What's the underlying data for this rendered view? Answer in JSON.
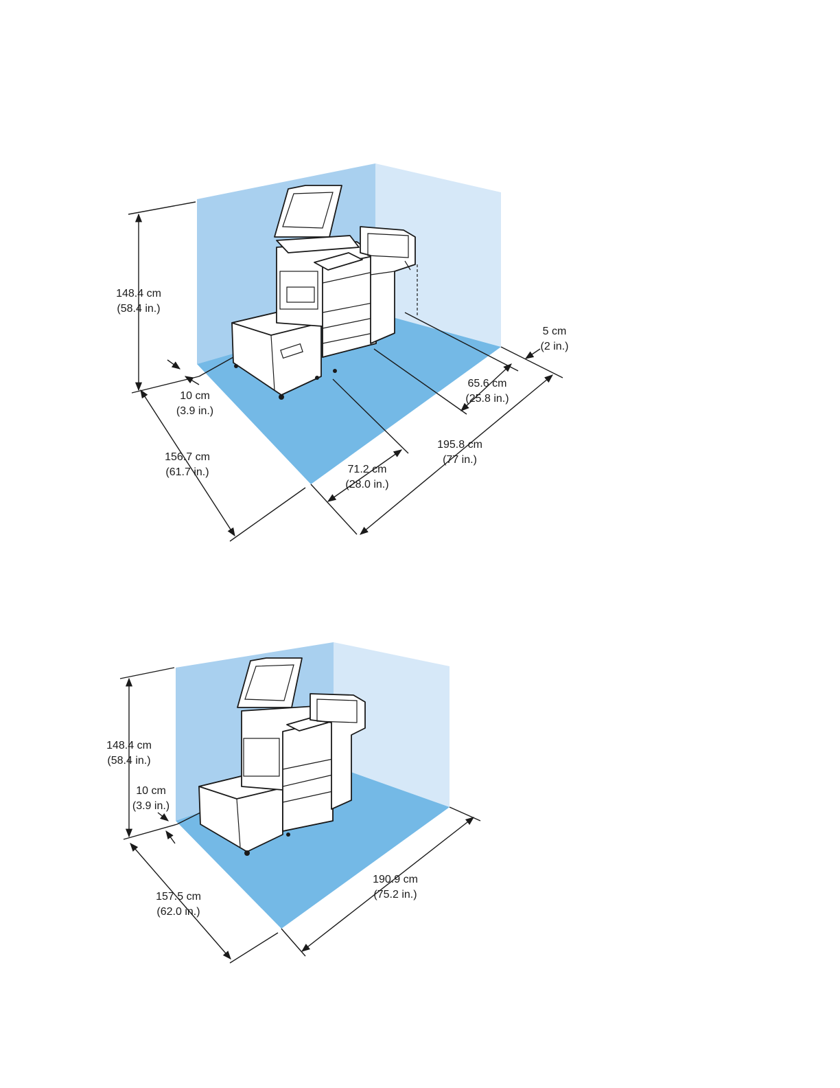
{
  "colors": {
    "floor": "#74b9e6",
    "back_wall": "#a9d0ef",
    "side_wall": "#d6e8f8",
    "line": "#1a1a1a"
  },
  "top_diagram": {
    "height": {
      "metric": "148.4 cm",
      "imperial": "(58.4 in.)"
    },
    "left_offset": {
      "metric": "10 cm",
      "imperial": "(3.9 in.)"
    },
    "right_offset": {
      "metric": "5 cm",
      "imperial": "(2 in.)"
    },
    "depth": {
      "metric": "156.7 cm",
      "imperial": "(61.7 in.)"
    },
    "width_inner": {
      "metric": "71.2 cm",
      "imperial": "(28.0 in.)"
    },
    "width_finisher": {
      "metric": "65.6 cm",
      "imperial": "(25.8 in.)"
    },
    "width_total": {
      "metric": "195.8 cm",
      "imperial": "(77 in.)"
    }
  },
  "bottom_diagram": {
    "height": {
      "metric": "148.4 cm",
      "imperial": "(58.4 in.)"
    },
    "left_offset": {
      "metric": "10 cm",
      "imperial": "(3.9 in.)"
    },
    "depth": {
      "metric": "157.5 cm",
      "imperial": "(62.0 in.)"
    },
    "width_total": {
      "metric": "190.9 cm",
      "imperial": "(75.2 in.)"
    }
  }
}
